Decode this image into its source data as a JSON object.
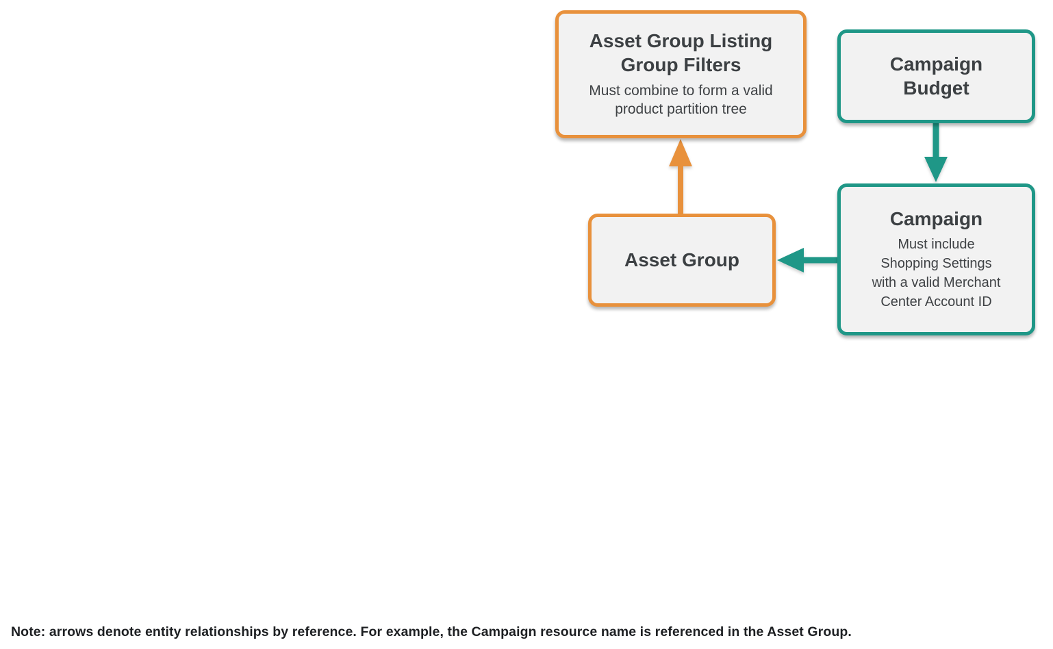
{
  "colors": {
    "orange": "#E8913C",
    "teal": "#1F9787",
    "node_bg": "#F2F2F2",
    "title": "#3C4043",
    "subtitle": "#3F4245",
    "note": "#1D1F22",
    "canvas_bg": "#FFFFFF"
  },
  "diagram": {
    "nodes": {
      "listing_filters": {
        "id": "asset-group-listing-group-filters",
        "accent": "orange",
        "title": [
          "Asset Group Listing",
          "Group Filters"
        ],
        "subtitle": [
          "Must combine to form a valid",
          "product partition tree"
        ]
      },
      "campaign_budget": {
        "id": "campaign-budget",
        "accent": "teal",
        "title": [
          "Campaign",
          "Budget"
        ]
      },
      "asset_group": {
        "id": "asset-group",
        "accent": "orange",
        "title": [
          "Asset Group"
        ]
      },
      "campaign": {
        "id": "campaign",
        "accent": "teal",
        "title": [
          "Campaign"
        ],
        "subtitle": [
          "Must include",
          "Shopping Settings",
          "with a valid Merchant",
          "Center Account ID"
        ]
      }
    },
    "edges": [
      {
        "from": "asset-group",
        "to": "asset-group-listing-group-filters",
        "color": "orange",
        "direction": "up"
      },
      {
        "from": "campaign-budget",
        "to": "campaign",
        "color": "teal",
        "direction": "down"
      },
      {
        "from": "campaign",
        "to": "asset-group",
        "color": "teal",
        "direction": "left"
      }
    ]
  },
  "note": "Note: arrows denote entity relationships by reference. For example, the Campaign resource name is referenced in the Asset Group."
}
